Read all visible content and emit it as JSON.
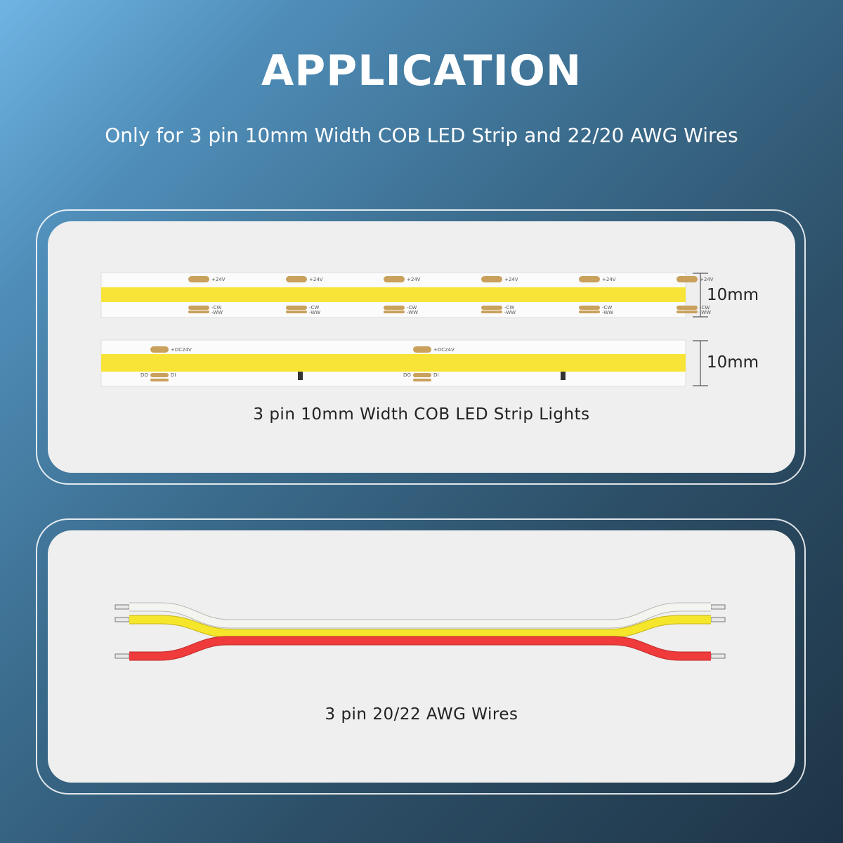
{
  "header": {
    "title": "APPLICATION",
    "subtitle": "Only for 3 pin 10mm Width COB LED Strip and 22/20 AWG Wires"
  },
  "strip_card": {
    "caption": "3 pin 10mm Width COB LED Strip Lights",
    "strip1": {
      "width_label": "10mm",
      "top_pad_label": "+24V",
      "bottom_pad_label_1": "-CW",
      "bottom_pad_label_2": "-WW"
    },
    "strip2": {
      "width_label": "10mm",
      "top_pad_label": "+DC24V",
      "bottom_pad_label_1": "DO",
      "bottom_pad_label_2": "DI"
    }
  },
  "wire_card": {
    "caption": "3 pin 20/22 AWG Wires"
  },
  "colors": {
    "cob_yellow": "#f8e437",
    "pad_gold": "#c9a15c",
    "wire_white": "#f4f4f0",
    "wire_yellow": "#f5e62b",
    "wire_red": "#ef3b3b"
  }
}
